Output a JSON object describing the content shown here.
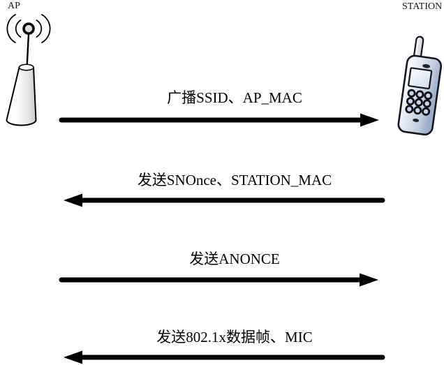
{
  "diagram": {
    "type": "sequence-diagram",
    "topic": "802.1x / WPA handshake between AP and STATION",
    "actors": {
      "ap": {
        "label": "AP",
        "icon": "antenna-tower-icon"
      },
      "station": {
        "label": "STATION",
        "icon": "mobile-phone-icon"
      }
    },
    "messages": [
      {
        "text": "广播SSID、AP_MAC",
        "direction": "right"
      },
      {
        "text": "发送SNOnce、STATION_MAC",
        "direction": "left"
      },
      {
        "text": "发送ANONCE",
        "direction": "right"
      },
      {
        "text": "发送802.1x数据帧、MIC",
        "direction": "left"
      }
    ],
    "colors": {
      "background": "#ffffff",
      "arrow": "#000000",
      "text": "#000000",
      "outline": "#15151f",
      "cone_fill_light": "#ffffff",
      "cone_fill_dark": "#c8c8c8",
      "phone_body": "#ccd8ea",
      "phone_screen": "#dde8f8",
      "phone_button": "#c8d5ec",
      "phone_dark_detail": "#1e2430"
    }
  }
}
